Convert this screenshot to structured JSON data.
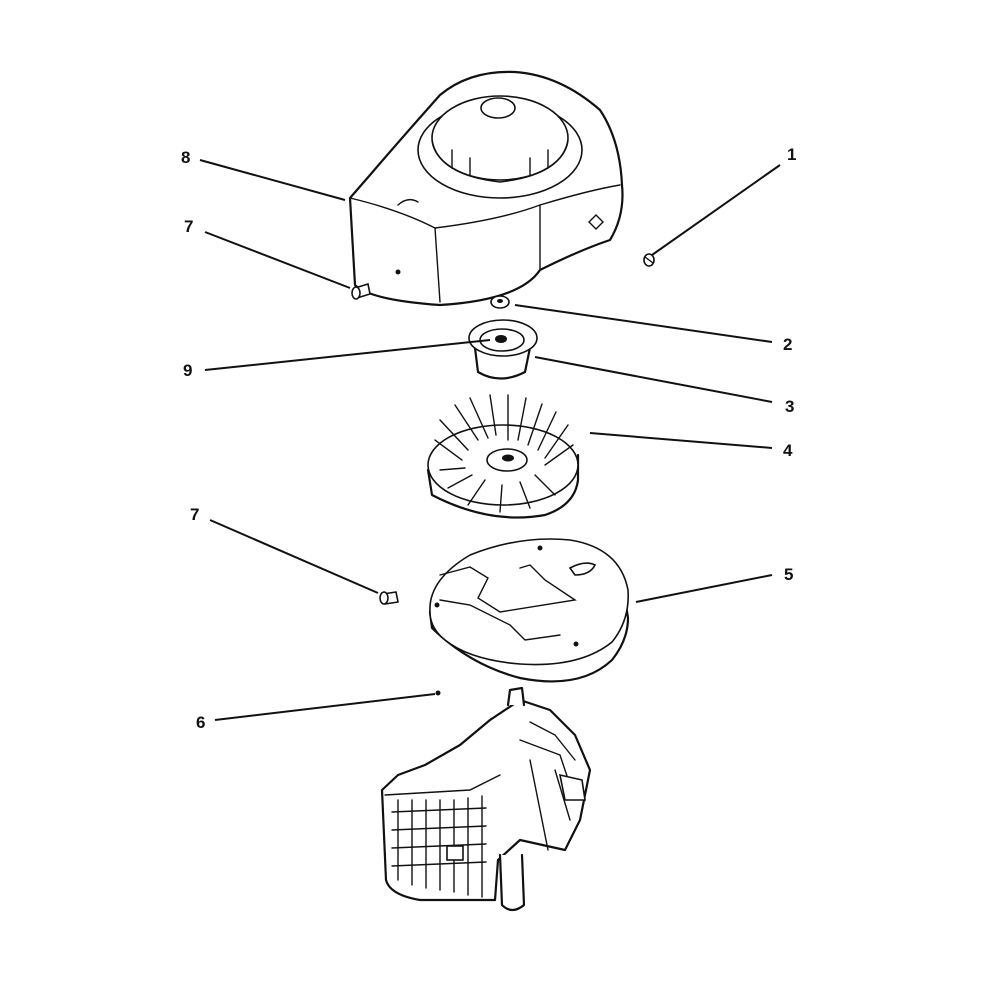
{
  "callouts": [
    {
      "label": "1"
    },
    {
      "label": "2"
    },
    {
      "label": "3"
    },
    {
      "label": "4"
    },
    {
      "label": "5"
    },
    {
      "label": "6"
    },
    {
      "label": "7"
    },
    {
      "label": "7"
    },
    {
      "label": "8"
    },
    {
      "label": "9"
    }
  ]
}
